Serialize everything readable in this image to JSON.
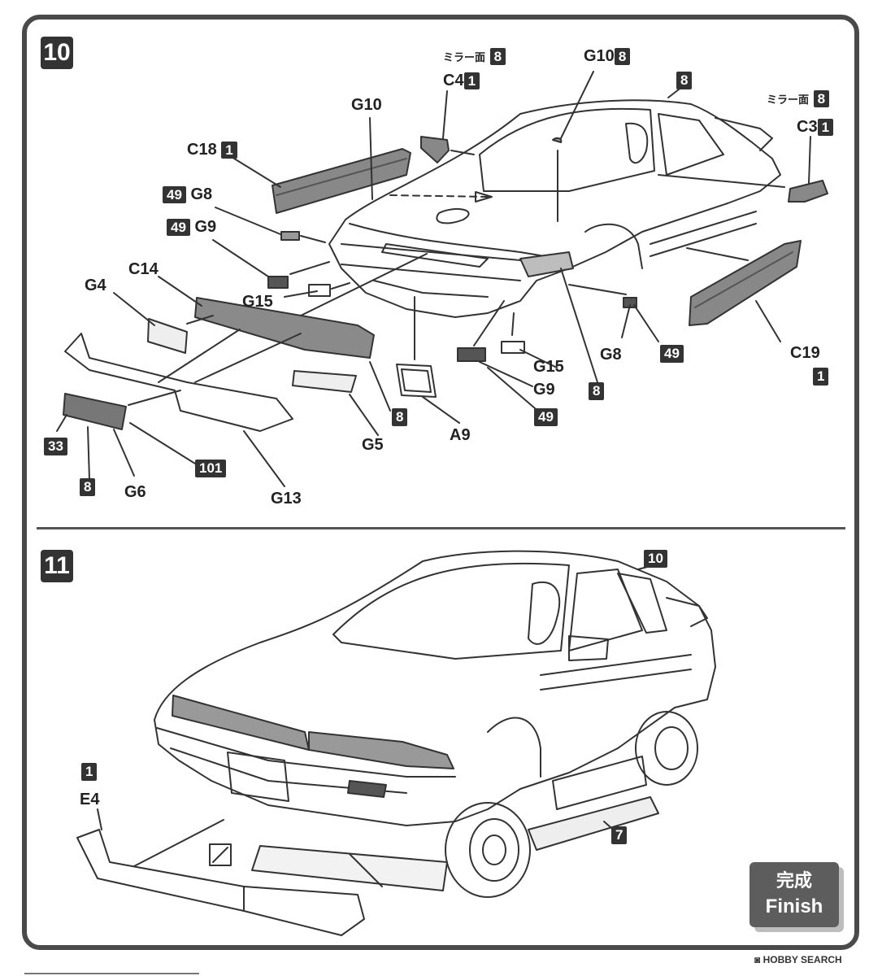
{
  "step10": {
    "number": "10",
    "labels": {
      "c18": "C18",
      "c18_num": "1",
      "g10": "G10",
      "mirror_left": "ミラー面",
      "mirror_left_num": "8",
      "c4": "C4",
      "c4_num": "1",
      "g10_top": "G10",
      "g10_top_num": "8",
      "body_num": "8",
      "mirror_right": "ミラー面",
      "mirror_right_num": "8",
      "c3": "C3",
      "c3_num": "1",
      "g8_num": "49",
      "g8": "G8",
      "g9_num": "49",
      "g9": "G9",
      "c14": "C14",
      "g4": "G4",
      "g15_left": "G15",
      "g15_right": "G15",
      "g9_right": "G9",
      "g9_right_num": "49",
      "g8_right": "G8",
      "g8_right_num": "49",
      "c19": "C19",
      "c19_num": "1",
      "headlight_num": "8",
      "a9": "A9",
      "g5": "G5",
      "g14_num": "8",
      "g13": "G13",
      "g6": "G6",
      "g6_num_33": "33",
      "g6_num_8": "8",
      "g6_num_101": "101"
    }
  },
  "step11": {
    "number": "11",
    "labels": {
      "body_num": "10",
      "chassis_num": "7",
      "e4_num": "1",
      "e4": "E4"
    }
  },
  "finish": {
    "jp": "完成",
    "en": "Finish"
  },
  "footer": {
    "brand": "HOBBY SEARCH"
  }
}
